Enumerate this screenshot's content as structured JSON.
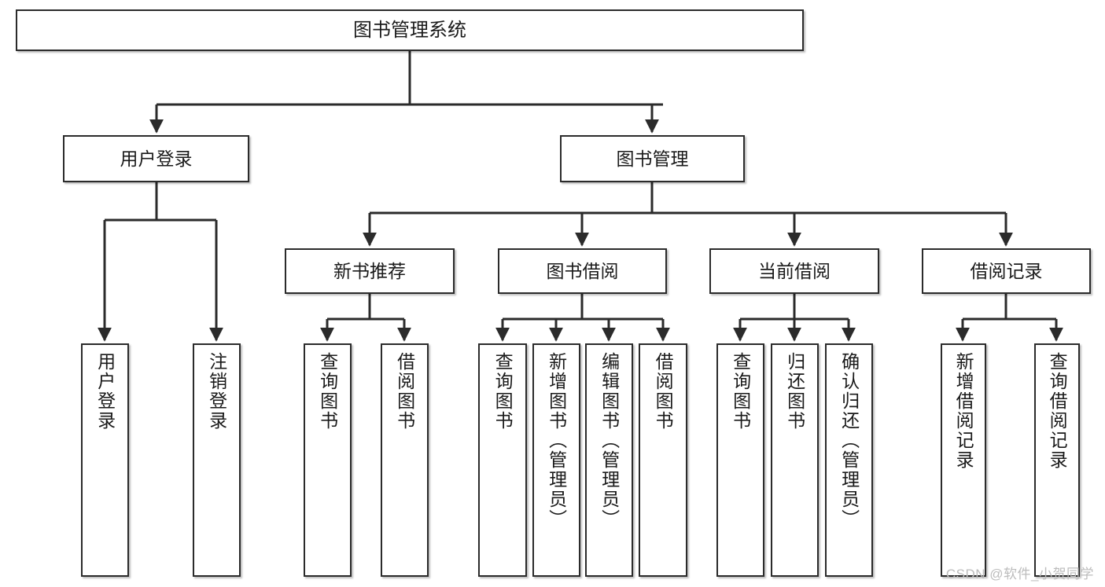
{
  "diagram": {
    "title": "图书管理系统",
    "watermark": "CSDN @软件_小贺同学",
    "line_color": "#2b2b2b",
    "box_fill": "#ffffff",
    "text_color": "#1a1a1a",
    "watermark_color": "#bcbcbc"
  },
  "nodes": {
    "root": {
      "label": "图书管理系统"
    },
    "level2": [
      {
        "label": "用户登录"
      },
      {
        "label": "图书管理"
      }
    ],
    "level3": [
      {
        "label": "新书推荐"
      },
      {
        "label": "图书借阅"
      },
      {
        "label": "当前借阅"
      },
      {
        "label": "借阅记录"
      }
    ],
    "leaves": {
      "user_login": [
        {
          "label": "用户登录"
        },
        {
          "label": "注销登录"
        }
      ],
      "new_book": [
        {
          "label": "查询图书"
        },
        {
          "label": "借阅图书"
        }
      ],
      "book_borrow": [
        {
          "label": "查询图书"
        },
        {
          "label": "新增图书（管理员）"
        },
        {
          "label": "编辑图书（管理员）"
        },
        {
          "label": "借阅图书"
        }
      ],
      "current_borrow": [
        {
          "label": "查询图书"
        },
        {
          "label": "归还图书"
        },
        {
          "label": "确认归还（管理员）"
        }
      ],
      "borrow_record": [
        {
          "label": "新增借阅记录"
        },
        {
          "label": "查询借阅记录"
        }
      ]
    }
  }
}
